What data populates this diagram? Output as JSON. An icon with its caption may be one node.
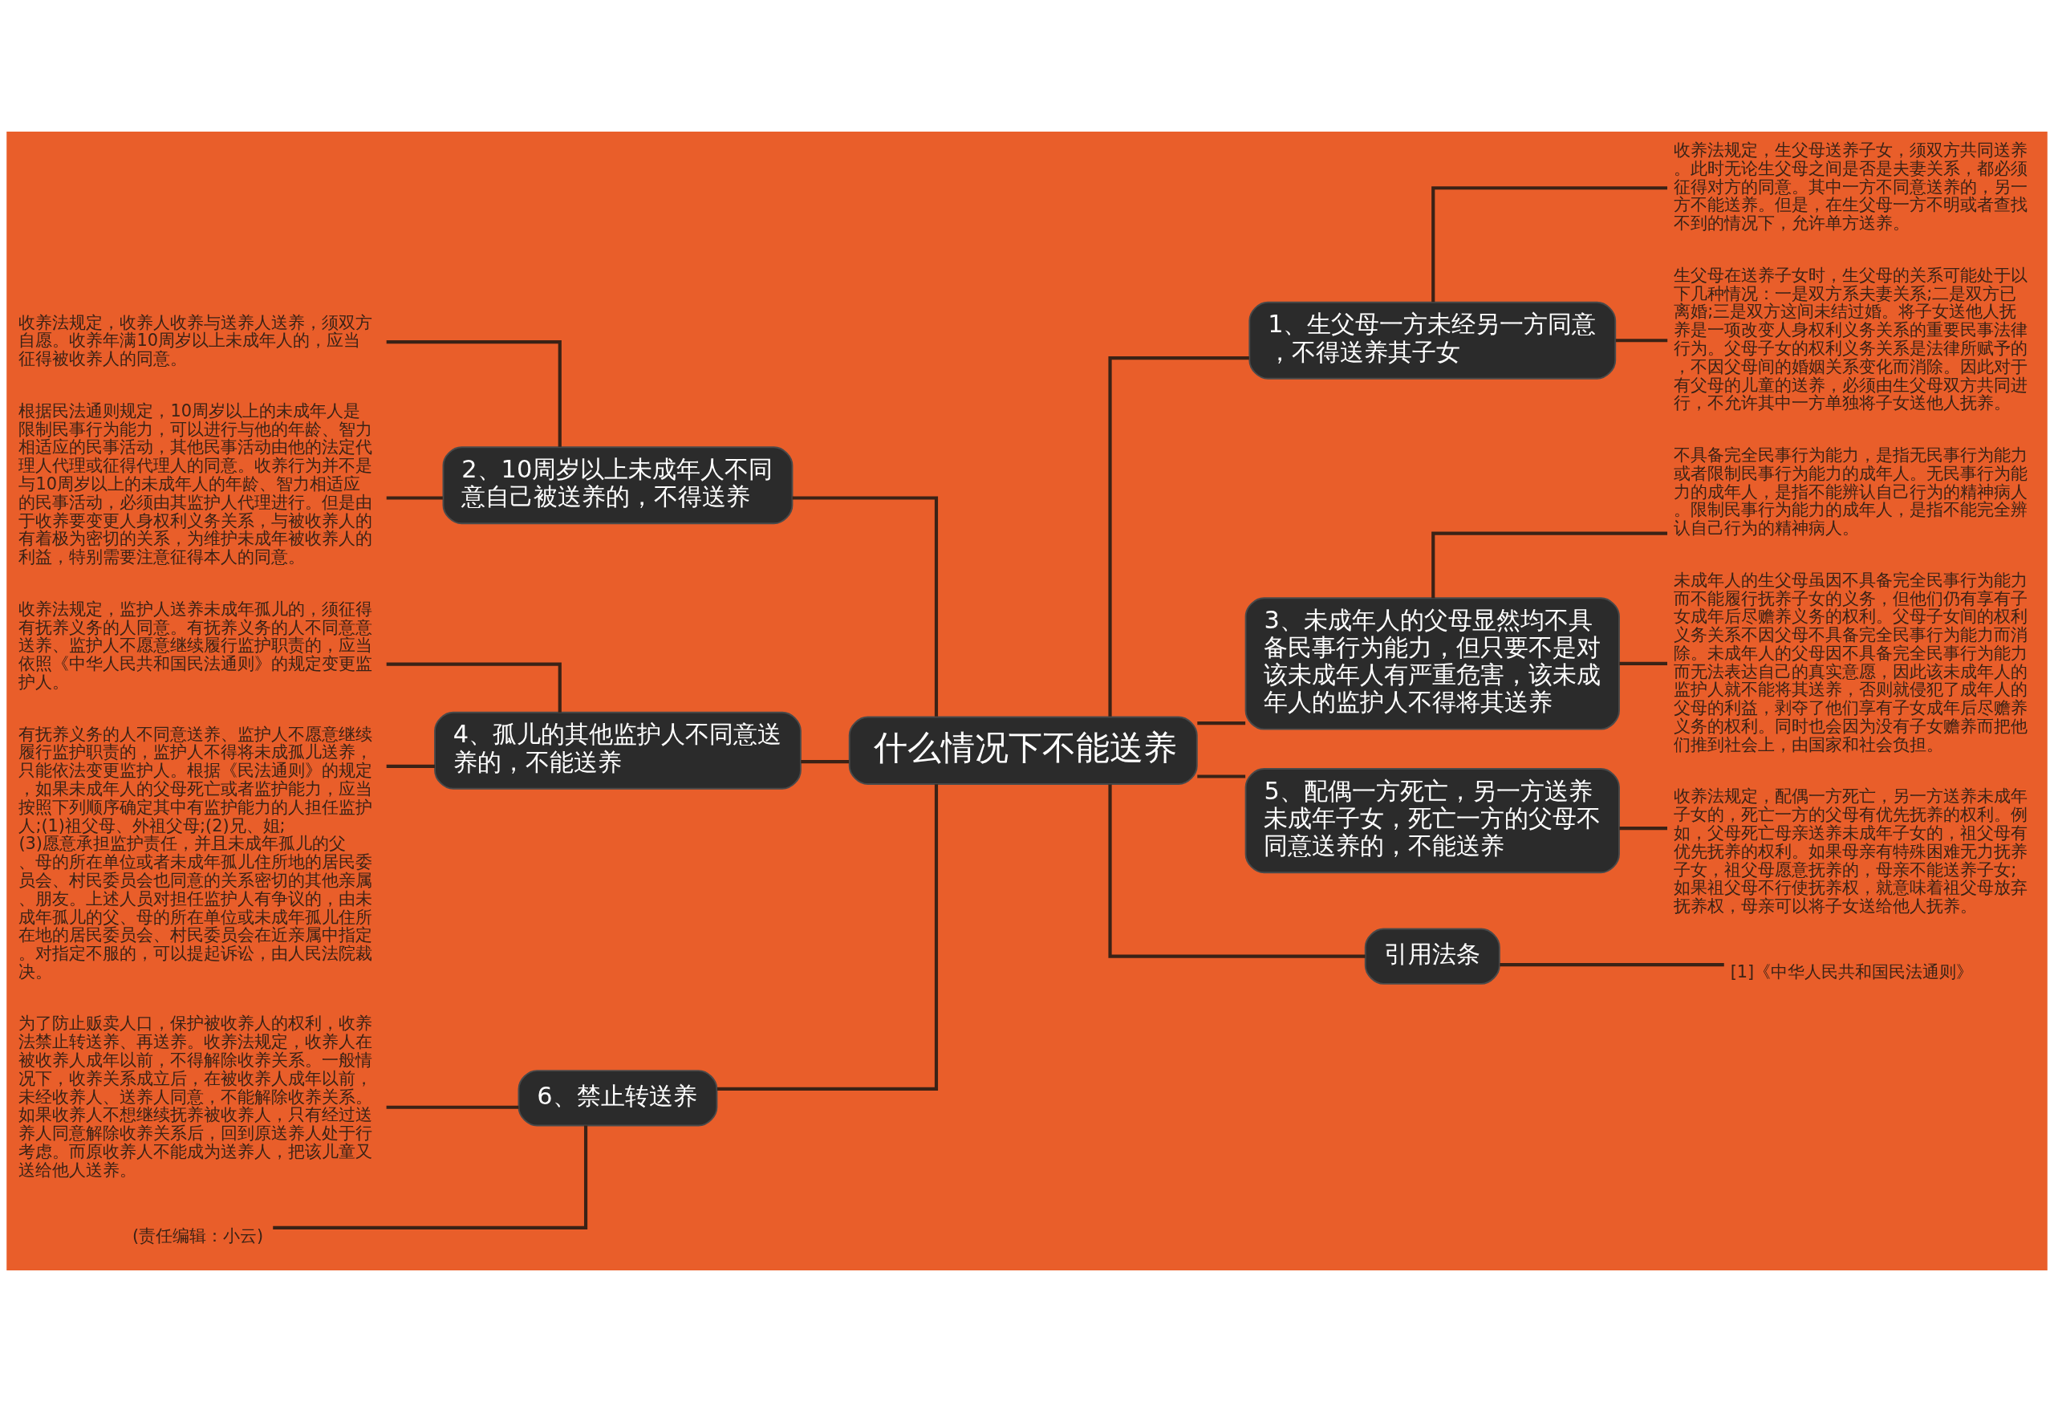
{
  "diagram": {
    "nodes": [
      {
        "text": [
          "什么情况下不能送养"
        ]
      },
      {
        "text": [
          "1、生父母一方未经另一方同意，不得送养其子女"
        ]
      },
      {
        "text": [
          "2、10周岁以上未成年人不同意自己被送养的，不得送养"
        ]
      },
      {
        "text": [
          "3、未成年人的父母显然均不具备民事行为能力，但只要不是对该未成年人有严重危害，该未成年人的监护人不得将其送养"
        ]
      },
      {
        "text": [
          "4、孤儿的其他监护人不同意送养的，不能送养"
        ]
      },
      {
        "text": [
          "5、配偶一方死亡，另一方送养未成年子女，死亡一方的父母不同意送养的，不能送养"
        ]
      },
      {
        "text": [
          "6、禁止转送养"
        ]
      },
      {
        "text": [
          "引用法条"
        ]
      },
      {
        "text": [
          "收养法规定，收养人收养与送养人送养，须双方自愿。收养年满10周岁以上未成年人的，应当征得被收养人的同意。"
        ]
      },
      {
        "text": [
          "根据民法通则规定，10周岁以上的未成年人是限制民事行为能力，可以进行与他的年龄、智力相适应的民事活动，其他民事活动由他的法定代理人代理或征得代理人的同意。收养行为并不是与10周岁以上的未成年人的年龄、智力相适应的民事活动，必须由其监护人代理进行。但是由于收养要变更人身权利义务关系，与被收养人的有着极为密切的关系，为维护未成年被收养人的利益，特别需要注意征得本人的同意。"
        ]
      },
      {
        "text": [
          "收养法规定，监护人送养未成年孤儿的，须征得有抚养义务的人同意。有抚养义务的人不同意意送养、监护人不愿意继续履行监护职责的，应当依照《中华人民共和国民法通则》的规定变更监护人。"
        ]
      },
      {
        "text": [
          "有抚养义务的人不同意送养、监护人不愿意继续履行监护职责的，监护人不得将未成孤儿送养，只能依法变更监护人。根据《民法通则》的规定，如果未成年人的父母死亡或者监护能力，应当按照下列顺序确定其中有监护能力的人担任监护人;(1)祖父母、外祖父母;(2)兄、姐;(3)愿意承担监护责任，并且未成年孤儿的父、母的所在单位或者未成年孤儿住所地的居民委员会、村民委员会也同意的关系密切的其他亲属、朋友。上述人员对担任监护人有争议的，由未成年孤儿的父、母的所在单位或未成年孤儿住所在地的居民委员会、村民委员会在近亲属中指定。对指定不服的，可以提起诉讼，由人民法院裁决。"
        ]
      },
      {
        "text": [
          "为了防止贩卖人口，保护被收养人的权利，收养法禁止转送养、再送养。收养法规定，收养人在被收养人成年以前，不得解除收养关系。一般情况下，收养关系成立后，在被收养人成年以前，未经收养人、送养人同意，不能解除收养关系。如果收养人不想继续抚养被收养人，只有经过送养人同意解除收养关系后，回到原送养人处于行考虑。而原收养人不能成为送养人，把该儿童又送给他人送养。"
        ]
      },
      {
        "text": [
          "(责任编辑：小云)"
        ]
      },
      {
        "text": [
          "收养法规定，生父母送养子女，须双方共同送养。此时无论生父母之间是否是夫妻关系，都必须征得对方的同意。其中一方不同意送养的，另一方不能送养。但是，在生父母一方不明或者查找不到的情况下，允许单方送养。"
        ]
      },
      {
        "text": [
          "生父母在送养子女时，生父母的关系可能处于以下几种情况：一是双方系夫妻关系;二是双方已离婚;三是双方这间未结过婚。将子女送他人抚养是一项改变人身权利义务关系的重要民事法律行为。父母子女的权利义务关系是法律所赋予的，不因父母间的婚姻关系变化而消除。因此对于有父母的儿童的送养，必须由生父母双方共同进行，不允许其中一方单独将子女送他人抚养。"
        ]
      },
      {
        "text": [
          "不具备完全民事行为能力，是指无民事行为能力或者限制民事行为能力的成年人。无民事行为能力的成年人，是指不能辨认自己行为的精神病人。限制民事行为能力的成年人，是指不能完全辨认自己行为的精神病人。"
        ]
      },
      {
        "text": [
          "未成年人的生父母虽因不具备完全民事行为能力而不能履行抚养子女的义务，但他们仍有享有子女成年后尽赡养义务的权利。父母子女间的权利义务关系不因父母不具备完全民事行为能力而消除。未成年人的父母因不具备完全民事行为能力而无法表达自己的真实意愿，因此该未成年人的监护人就不能将其送养，否则就侵犯了成年人的父母的利益，剥夺了他们享有子女成年后尽赡养义务的权利。同时也会因为没有子女赡养而把他们推到社会上，由国家和社会负担。"
        ]
      },
      {
        "text": [
          "收养法规定，配偶一方死亡，另一方送养未成年子女的，死亡一方的父母有优先抚养的权利。例如，父母死亡母亲送养未成年子女的，祖父母有优先抚养的权利。如果母亲有特殊困难无力抚养子女，祖父母愿意抚养的，母亲不能送养子女;如果祖父母不行使抚养权，就意味着祖父母放弃抚养权，母亲可以将子女送给他人抚养。"
        ]
      },
      {
        "text": [
          "[1]《中华人民共和国民法通则》"
        ]
      }
    ],
    "edges": [
      {
        "from": 0,
        "to": 1,
        "arrow": "none"
      },
      {
        "from": 0,
        "to": 2,
        "arrow": "none"
      },
      {
        "from": 0,
        "to": 3,
        "arrow": "none"
      },
      {
        "from": 0,
        "to": 4,
        "arrow": "none"
      },
      {
        "from": 0,
        "to": 5,
        "arrow": "none"
      },
      {
        "from": 0,
        "to": 6,
        "arrow": "none"
      },
      {
        "from": 0,
        "to": 7,
        "arrow": "none"
      },
      {
        "from": 2,
        "to": 8,
        "arrow": "none"
      },
      {
        "from": 2,
        "to": 9,
        "arrow": "none"
      },
      {
        "from": 4,
        "to": 10,
        "arrow": "none"
      },
      {
        "from": 4,
        "to": 11,
        "arrow": "none"
      },
      {
        "from": 6,
        "to": 12,
        "arrow": "none"
      },
      {
        "from": 6,
        "to": 13,
        "arrow": "none"
      },
      {
        "from": 1,
        "to": 14,
        "arrow": "none"
      },
      {
        "from": 1,
        "to": 15,
        "arrow": "none"
      },
      {
        "from": 3,
        "to": 16,
        "arrow": "none"
      },
      {
        "from": 3,
        "to": 17,
        "arrow": "none"
      },
      {
        "from": 5,
        "to": 18,
        "arrow": "none"
      },
      {
        "from": 7,
        "to": 19,
        "arrow": "none"
      }
    ]
  }
}
